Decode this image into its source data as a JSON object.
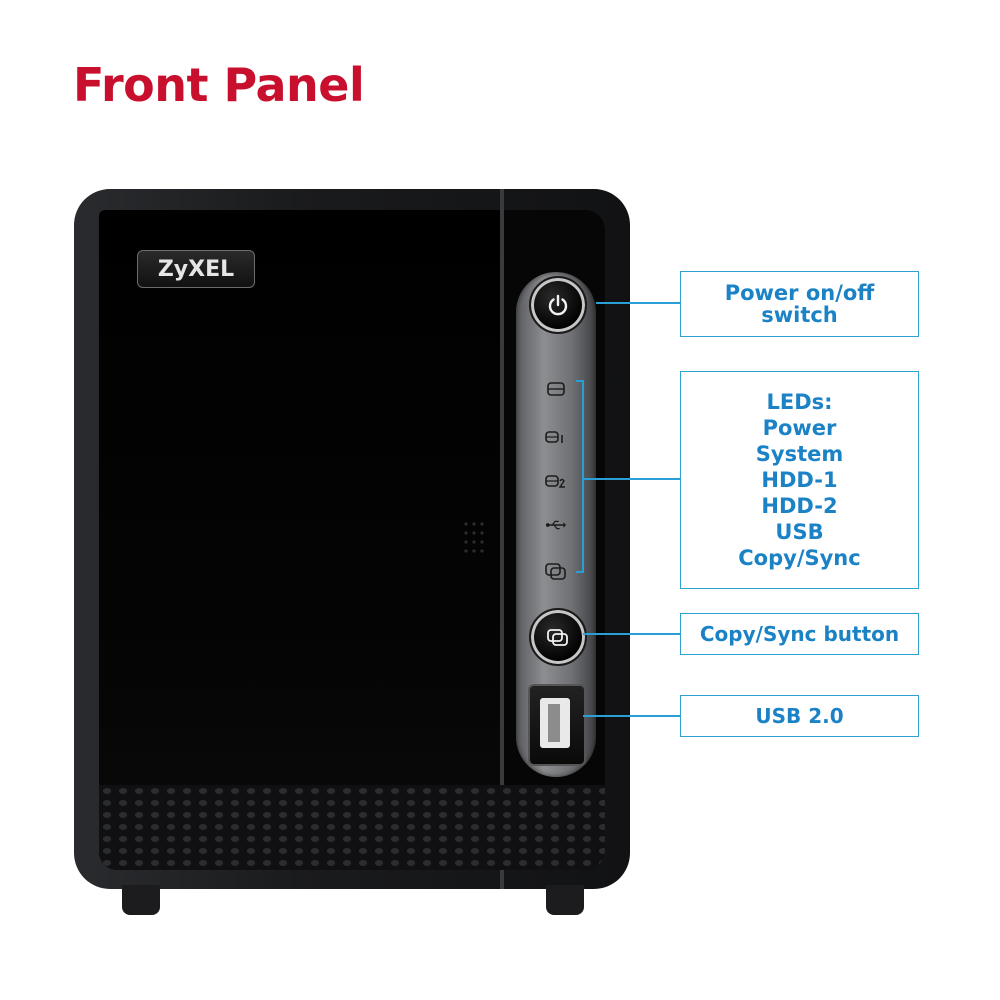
{
  "header": {
    "title": "Front Panel",
    "title_color": "#c8102e"
  },
  "device": {
    "brand": "ZyXEL"
  },
  "callouts": {
    "power": {
      "lines": [
        "Power on/off",
        "switch"
      ]
    },
    "leds": {
      "lines": [
        "LEDs:",
        "Power",
        "System",
        "HDD-1",
        "HDD-2",
        "USB",
        "Copy/Sync"
      ]
    },
    "copy_sync": {
      "lines": [
        "Copy/Sync button"
      ]
    },
    "usb": {
      "lines": [
        "USB 2.0"
      ]
    }
  },
  "colors": {
    "callout_text": "#1b82c6",
    "callout_border": "#2fa0d4",
    "device_body": "#1a1b1d"
  },
  "icons": {
    "power_button": "power-icon",
    "leds": [
      "hdd-icon",
      "hdd-1-icon",
      "hdd-2-icon",
      "usb-icon",
      "copy-sync-icon"
    ],
    "copy_button": "copy-sync-icon"
  }
}
